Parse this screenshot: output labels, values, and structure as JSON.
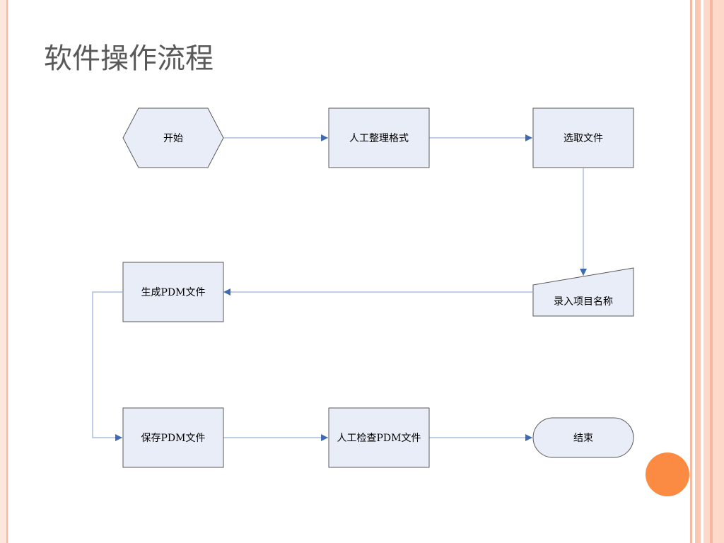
{
  "slide": {
    "title": "软件操作流程"
  },
  "flowchart": {
    "nodes": {
      "start": "开始",
      "manual_format": "人工整理格式",
      "select_file": "选取文件",
      "enter_project_name": "录入项目名称",
      "generate_pdm": "生成PDM文件",
      "save_pdm": "保存PDM文件",
      "manual_check_pdm": "人工检查PDM文件",
      "end": "结束"
    }
  },
  "colors": {
    "node_fill": "#e9edf8",
    "node_border": "#595959",
    "connector": "#7f9fcf",
    "arrowhead": "#3f6ab0",
    "title_text": "#595959",
    "accent_dot": "#fb8a42",
    "border_stripe": "#f8c5b0"
  }
}
